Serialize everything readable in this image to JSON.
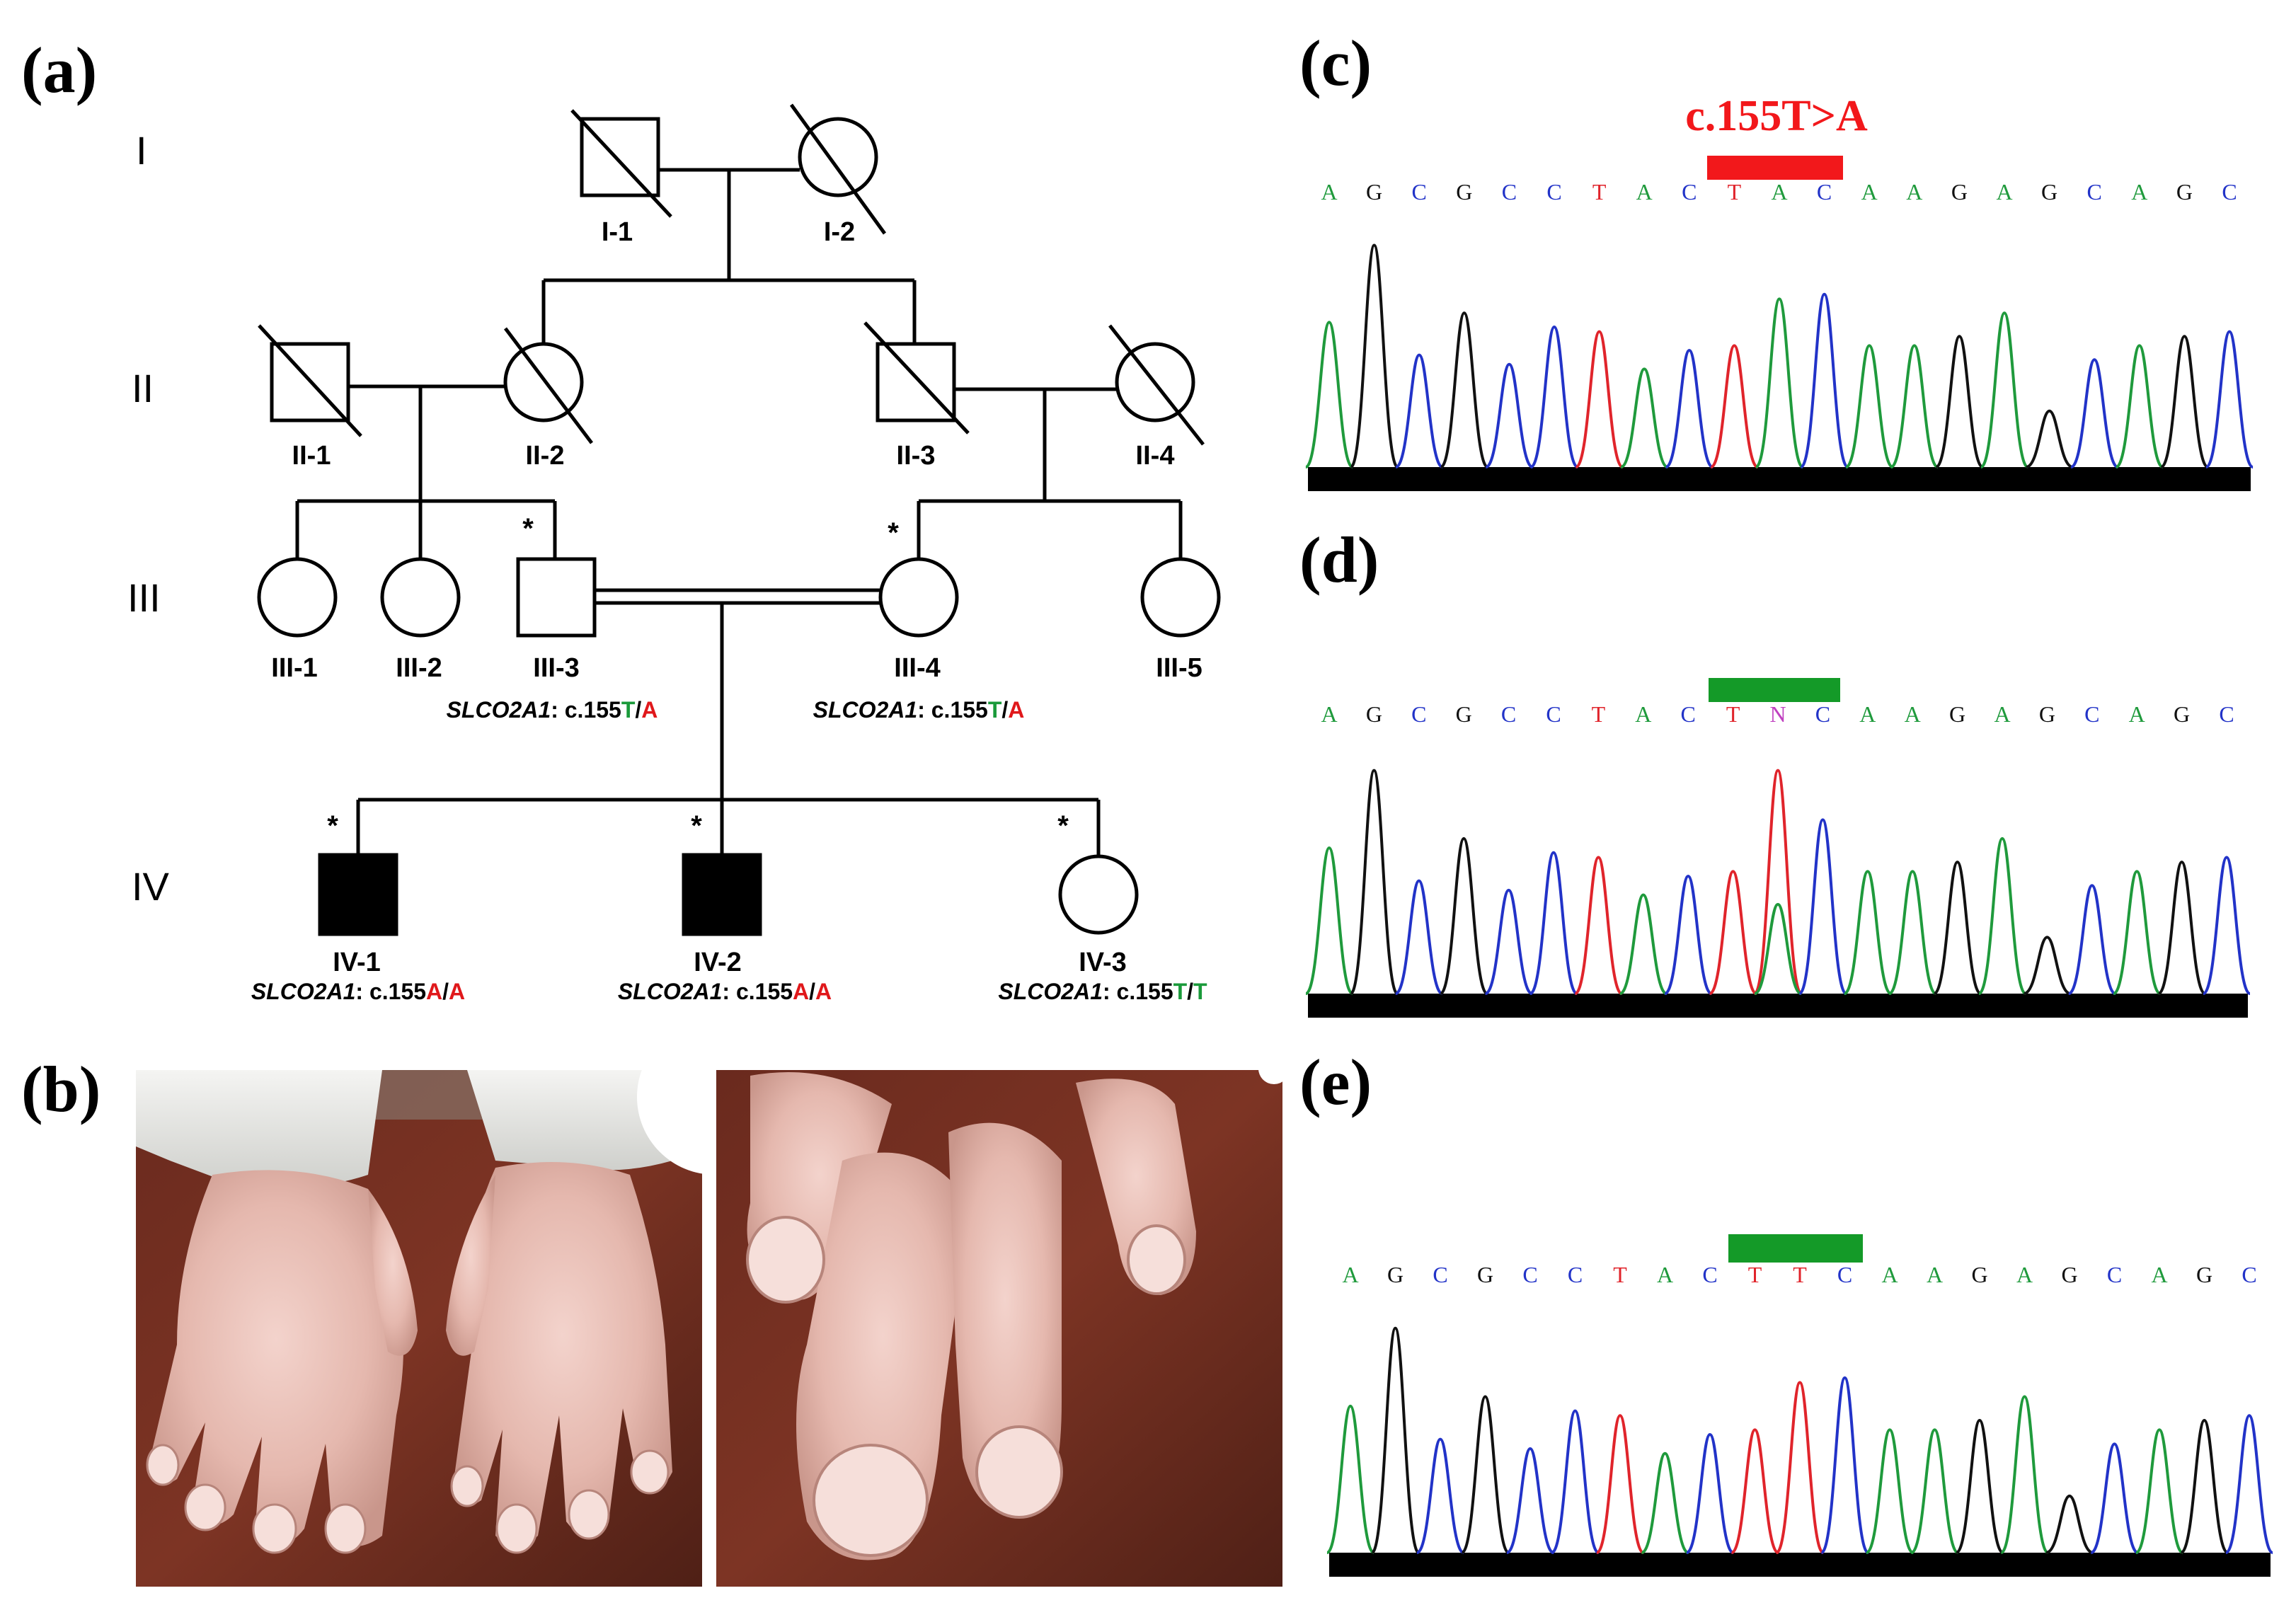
{
  "colors": {
    "line": "#000000",
    "affected": "#000000",
    "allele_T": "#1a9a3a",
    "allele_A": "#e0181b",
    "mutation_bar": "#f2181b",
    "normal_bar": "#149a28",
    "trace_A": "#1f9a3c",
    "trace_C": "#2233c8",
    "trace_G": "#111111",
    "trace_T": "#e0242b",
    "trace_N": "#c040c0"
  },
  "panels": {
    "a": "(a)",
    "b": "(b)",
    "c": "(c)",
    "d": "(d)",
    "e": "(e)"
  },
  "pedigree": {
    "generations": [
      "I",
      "II",
      "III",
      "IV"
    ],
    "individuals": [
      {
        "id": "I-1",
        "sex": "male",
        "deceased": true,
        "affected": false
      },
      {
        "id": "I-2",
        "sex": "female",
        "deceased": true,
        "affected": false
      },
      {
        "id": "II-1",
        "sex": "male",
        "deceased": true,
        "affected": false
      },
      {
        "id": "II-2",
        "sex": "female",
        "deceased": true,
        "affected": false
      },
      {
        "id": "II-3",
        "sex": "male",
        "deceased": true,
        "affected": false
      },
      {
        "id": "II-4",
        "sex": "female",
        "deceased": true,
        "affected": false
      },
      {
        "id": "III-1",
        "sex": "female",
        "deceased": false,
        "affected": false
      },
      {
        "id": "III-2",
        "sex": "female",
        "deceased": false,
        "affected": false
      },
      {
        "id": "III-3",
        "sex": "male",
        "deceased": false,
        "affected": false,
        "sampled": true,
        "genotype": {
          "gene": "SLCO2A1",
          "prefix": ": c.155",
          "allele1": "T",
          "allele2": "A"
        }
      },
      {
        "id": "III-4",
        "sex": "female",
        "deceased": false,
        "affected": false,
        "sampled": true,
        "genotype": {
          "gene": "SLCO2A1",
          "prefix": ": c.155",
          "allele1": "T",
          "allele2": "A"
        }
      },
      {
        "id": "III-5",
        "sex": "female",
        "deceased": false,
        "affected": false
      },
      {
        "id": "IV-1",
        "sex": "male",
        "deceased": false,
        "affected": true,
        "sampled": true,
        "genotype": {
          "gene": "SLCO2A1",
          "prefix": ": c.155",
          "allele1": "A",
          "allele2": "A"
        }
      },
      {
        "id": "IV-2",
        "sex": "male",
        "deceased": false,
        "affected": true,
        "sampled": true,
        "genotype": {
          "gene": "SLCO2A1",
          "prefix": ": c.155",
          "allele1": "A",
          "allele2": "A"
        }
      },
      {
        "id": "IV-3",
        "sex": "female",
        "deceased": false,
        "affected": false,
        "sampled": true,
        "genotype": {
          "gene": "SLCO2A1",
          "prefix": ": c.155",
          "allele1": "T",
          "allele2": "T"
        }
      }
    ],
    "sampled_marker": "*"
  },
  "chromatograms": {
    "mutation_label": "c.155T>A",
    "traces": [
      {
        "panel": "c",
        "bases": [
          "A",
          "G",
          "C",
          "G",
          "C",
          "C",
          "T",
          "A",
          "C",
          "T",
          "A",
          "C",
          "A",
          "A",
          "G",
          "A",
          "G",
          "C",
          "A",
          "G",
          "C"
        ],
        "highlight": [
          9,
          11
        ],
        "bar": "mutation"
      },
      {
        "panel": "d",
        "bases": [
          "A",
          "G",
          "C",
          "G",
          "C",
          "C",
          "T",
          "A",
          "C",
          "T",
          "N",
          "C",
          "A",
          "A",
          "G",
          "A",
          "G",
          "C",
          "A",
          "G",
          "C"
        ],
        "highlight": [
          9,
          11
        ],
        "bar": "normal"
      },
      {
        "panel": "e",
        "bases": [
          "A",
          "G",
          "C",
          "G",
          "C",
          "C",
          "T",
          "A",
          "C",
          "T",
          "T",
          "C",
          "A",
          "A",
          "G",
          "A",
          "G",
          "C",
          "A",
          "G",
          "C"
        ],
        "highlight": [
          9,
          11
        ],
        "bar": "normal"
      }
    ]
  },
  "photos": [
    {
      "name": "hands-dorsal-photo",
      "description_icon": "hands-clubbing-photo"
    },
    {
      "name": "fingers-closeup-photo",
      "description_icon": "finger-clubbing-closeup-photo"
    }
  ]
}
